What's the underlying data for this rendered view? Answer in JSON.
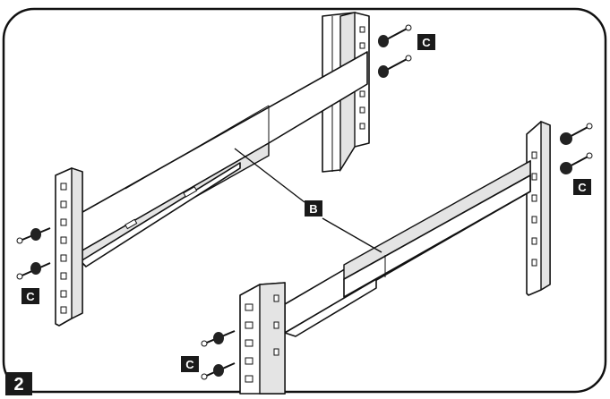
{
  "step_number": "2",
  "callouts": {
    "bracket_label": "B",
    "screw_label_top_right": "C",
    "screw_label_right": "C",
    "screw_label_left": "C",
    "screw_label_bottom": "C"
  }
}
